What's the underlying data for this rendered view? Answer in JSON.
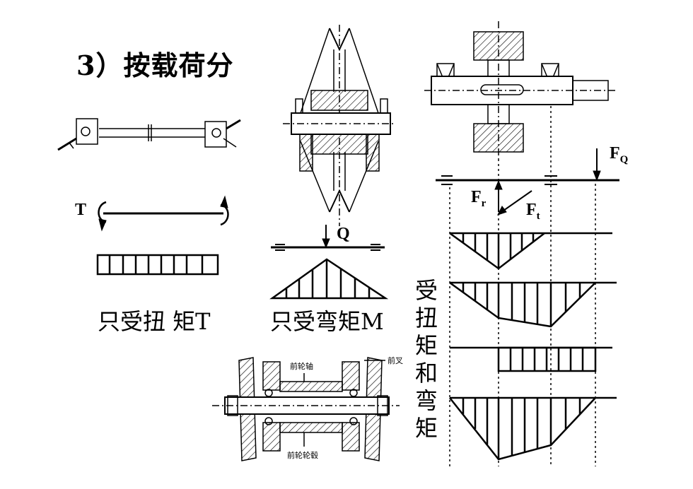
{
  "title": "3）按载荷分",
  "captions": {
    "torque_only": "只受扭 矩T",
    "bending_only": "只受弯矩M",
    "torque_and_bending": [
      "受",
      "扭",
      "矩",
      "和",
      "弯",
      "矩"
    ]
  },
  "labels": {
    "torque": "T",
    "load_q": "Q",
    "force_q_main": "F",
    "force_q_sub": "Q",
    "force_r_main": "F",
    "force_r_sub": "r",
    "force_t_main": "F",
    "force_t_sub": "t"
  },
  "assembly_labels": {
    "front_axle": "前轮轴",
    "front_fork": "前叉",
    "front_hub": "前轮轮毂"
  }
}
